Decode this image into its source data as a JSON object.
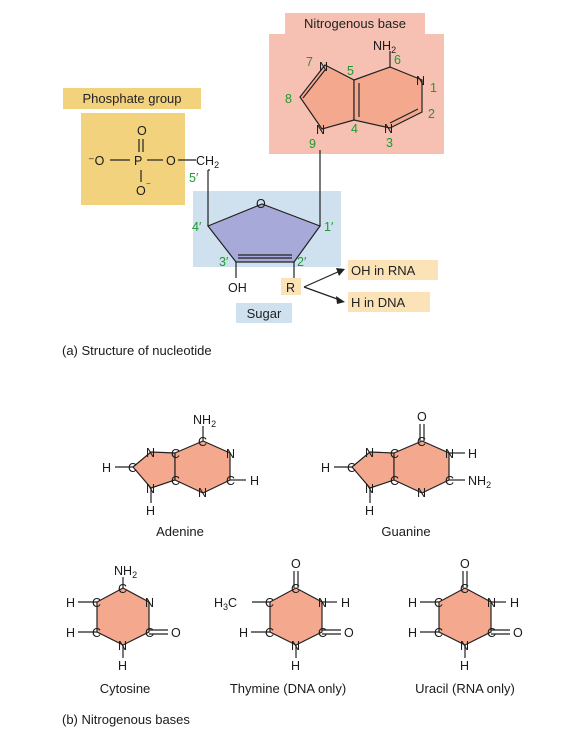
{
  "colors": {
    "base_box": "#f6c0b2",
    "phosphate_box": "#f3d27e",
    "sugar_box": "#cfe1ee",
    "tag_fill": "#fbe3b7",
    "ring_fill": "#f4a98f",
    "sugar_fill": "#a7a9d9",
    "number_green": "#1e9a33"
  },
  "nucleotide": {
    "base_label": "Nitrogenous base",
    "phosphate_label": "Phosphate group",
    "sugar_label": "Sugar",
    "oh_rna": "OH in RNA",
    "h_dna": "H in DNA",
    "caption": "(a) Structure of nucleotide",
    "purine_atoms": {
      "nh2": "NH",
      "nh2_sub": "2",
      "n7": "N",
      "n1": "N",
      "n3": "N",
      "n9": "N"
    },
    "purine_numbers": {
      "n7": "7",
      "n5": "5",
      "n6": "6",
      "n1": "1",
      "n2": "2",
      "n8": "8",
      "n4": "4",
      "n9": "9",
      "n3": "3"
    },
    "phosphate_atoms": {
      "o_top": "O",
      "o_minus_left": "⁻O",
      "p": "P",
      "o_right": "O",
      "ch2": "CH",
      "ch2_sub": "2",
      "o_bottom": "O",
      "o_bottom_charge": "⁻"
    },
    "sugar_atoms": {
      "o_ring": "O",
      "oh": "OH",
      "r": "R"
    },
    "sugar_numbers": {
      "c5": "5′",
      "c4": "4′",
      "c1": "1′",
      "c3": "3′",
      "c2": "2′"
    }
  },
  "bases": {
    "caption": "(b) Nitrogenous bases",
    "adenine": {
      "name": "Adenine",
      "nh2": "NH",
      "nh2_sub": "2",
      "h_left": "H",
      "c8": "C",
      "n7": "N",
      "c5": "C",
      "c6": "C",
      "n1": "N",
      "n9": "N",
      "c4": "C",
      "n3": "N",
      "c2": "C",
      "h_right": "H",
      "h_bottom": "H"
    },
    "guanine": {
      "name": "Guanine",
      "o": "O",
      "h_left": "H",
      "c8": "C",
      "n7": "N",
      "c5": "C",
      "c6": "C",
      "n1": "N",
      "h_n1": "H",
      "n9": "N",
      "c4": "C",
      "n3": "N",
      "c2": "C",
      "nh2": "NH",
      "nh2_sub": "2",
      "h_bottom": "H"
    },
    "cytosine": {
      "name": "Cytosine",
      "nh2": "NH",
      "nh2_sub": "2",
      "h_top": "H",
      "c5": "C",
      "c4": "C",
      "n3": "N",
      "h_bot": "H",
      "c6": "C",
      "n1": "N",
      "c2": "C",
      "o": "O",
      "h_n1": "H"
    },
    "thymine": {
      "name": "Thymine (DNA only)",
      "o_top": "O",
      "h3c": "H",
      "h3c_sub": "3",
      "h3c_c": "C",
      "c5": "C",
      "c4": "C",
      "n3": "N",
      "h_n3": "H",
      "h_bot": "H",
      "c6": "C",
      "n1": "N",
      "c2": "C",
      "o": "O",
      "h_n1": "H"
    },
    "uracil": {
      "name": "Uracil (RNA only)",
      "o_top": "O",
      "h_top": "H",
      "c5": "C",
      "c4": "C",
      "n3": "N",
      "h_n3": "H",
      "h_bot": "H",
      "c6": "C",
      "n1": "N",
      "c2": "C",
      "o": "O",
      "h_n1": "H"
    }
  }
}
